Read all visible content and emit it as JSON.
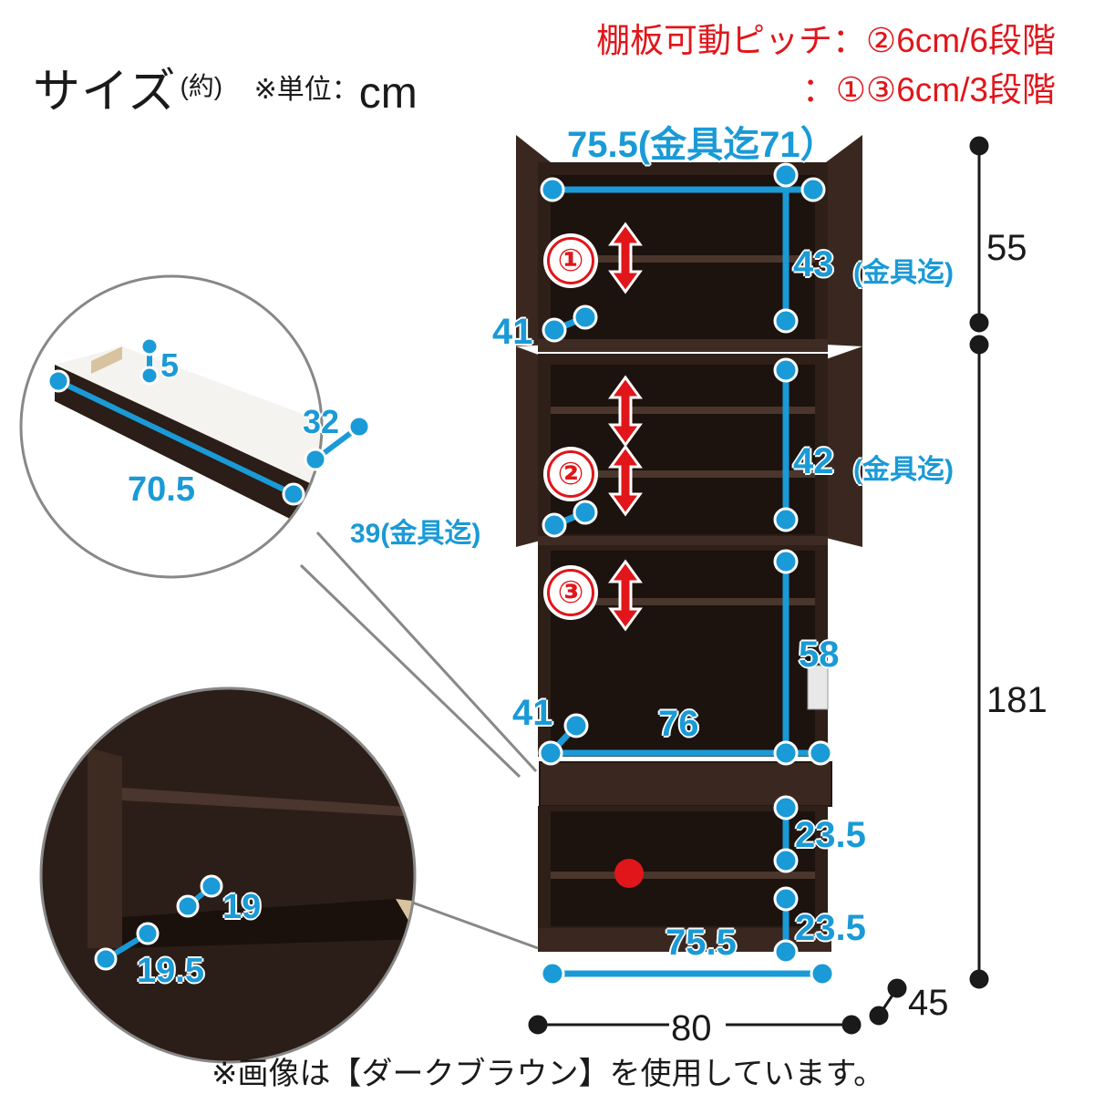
{
  "header": {
    "title": "サイズ",
    "title_note": "(約)",
    "unit_label": "※単位：",
    "unit": "cm"
  },
  "pitch_notes": {
    "line1": "棚板可動ピッチ：②6cm/6段階",
    "line2": "：①③6cm/3段階"
  },
  "shelf_markers": [
    "①",
    "②",
    "③"
  ],
  "dimensions": {
    "top_width": "75.5(金具迄71）",
    "upper_height": "43",
    "upper_height_note": "(金具迄)",
    "upper_depth": "41",
    "middle_height": "42",
    "middle_height_note": "(金具迄)",
    "middle_depth": "39(金具迄)",
    "lower_height": "58",
    "lower_depth": "41",
    "lower_width": "76",
    "bottom_upper_height": "23.5",
    "bottom_lower_height": "23.5",
    "bottom_width": "75.5",
    "overall_width": "80",
    "overall_depth": "45",
    "top_unit_height": "55",
    "base_unit_height": "181"
  },
  "drawer_detail": {
    "height": "5",
    "depth": "32",
    "width": "70.5"
  },
  "base_detail": {
    "height": "19",
    "depth": "19.5"
  },
  "footer": "※画像は【ダークブラウン】を使用しています。",
  "colors": {
    "dimension_blue": "#1a9ad6",
    "accent_red": "#e0161b",
    "furniture_dark_brown": "#2e1f18"
  }
}
